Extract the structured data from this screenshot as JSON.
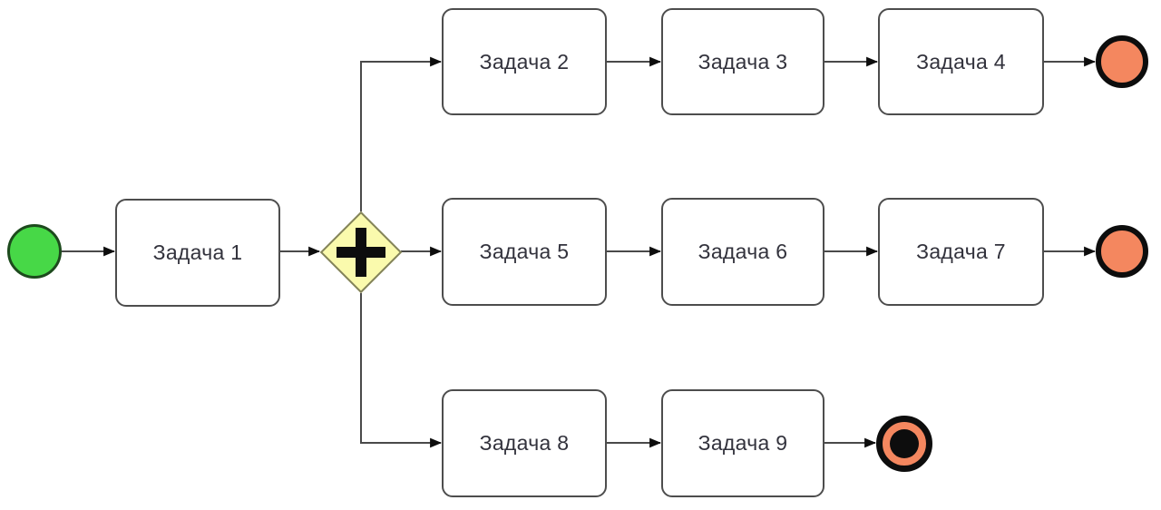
{
  "diagram": {
    "type": "bpmn-process",
    "language": "ru",
    "tasks": [
      {
        "id": "task-1",
        "label": "Задача 1"
      },
      {
        "id": "task-2",
        "label": "Задача 2"
      },
      {
        "id": "task-3",
        "label": "Задача 3"
      },
      {
        "id": "task-4",
        "label": "Задача 4"
      },
      {
        "id": "task-5",
        "label": "Задача 5"
      },
      {
        "id": "task-6",
        "label": "Задача 6"
      },
      {
        "id": "task-7",
        "label": "Задача 7"
      },
      {
        "id": "task-8",
        "label": "Задача 8"
      },
      {
        "id": "task-9",
        "label": "Задача 9"
      }
    ],
    "events": [
      {
        "id": "start-event",
        "type": "start",
        "icon": "green-circle-icon"
      },
      {
        "id": "end-event-top",
        "type": "end",
        "icon": "orange-circle-icon"
      },
      {
        "id": "end-event-middle",
        "type": "end",
        "icon": "orange-circle-icon"
      },
      {
        "id": "terminate-end-event",
        "type": "terminate-end",
        "icon": "orange-circle-black-dot-icon"
      }
    ],
    "gateway": {
      "id": "parallel-gateway",
      "type": "parallel",
      "icon": "plus-icon"
    },
    "flows": [
      {
        "from": "start-event",
        "to": "task-1"
      },
      {
        "from": "task-1",
        "to": "parallel-gateway"
      },
      {
        "from": "parallel-gateway",
        "to": "task-2"
      },
      {
        "from": "task-2",
        "to": "task-3"
      },
      {
        "from": "task-3",
        "to": "task-4"
      },
      {
        "from": "task-4",
        "to": "end-event-top"
      },
      {
        "from": "parallel-gateway",
        "to": "task-5"
      },
      {
        "from": "task-5",
        "to": "task-6"
      },
      {
        "from": "task-6",
        "to": "task-7"
      },
      {
        "from": "task-7",
        "to": "end-event-middle"
      },
      {
        "from": "parallel-gateway",
        "to": "task-8"
      },
      {
        "from": "task-8",
        "to": "task-9"
      },
      {
        "from": "task-9",
        "to": "terminate-end-event"
      }
    ]
  },
  "colors": {
    "start_fill": "#47d847",
    "end_fill": "#f4875f",
    "gateway_fill": "#fafaad",
    "node_border": "#4d4d4d",
    "line": "#4a4a4a",
    "label": "#32323c"
  }
}
